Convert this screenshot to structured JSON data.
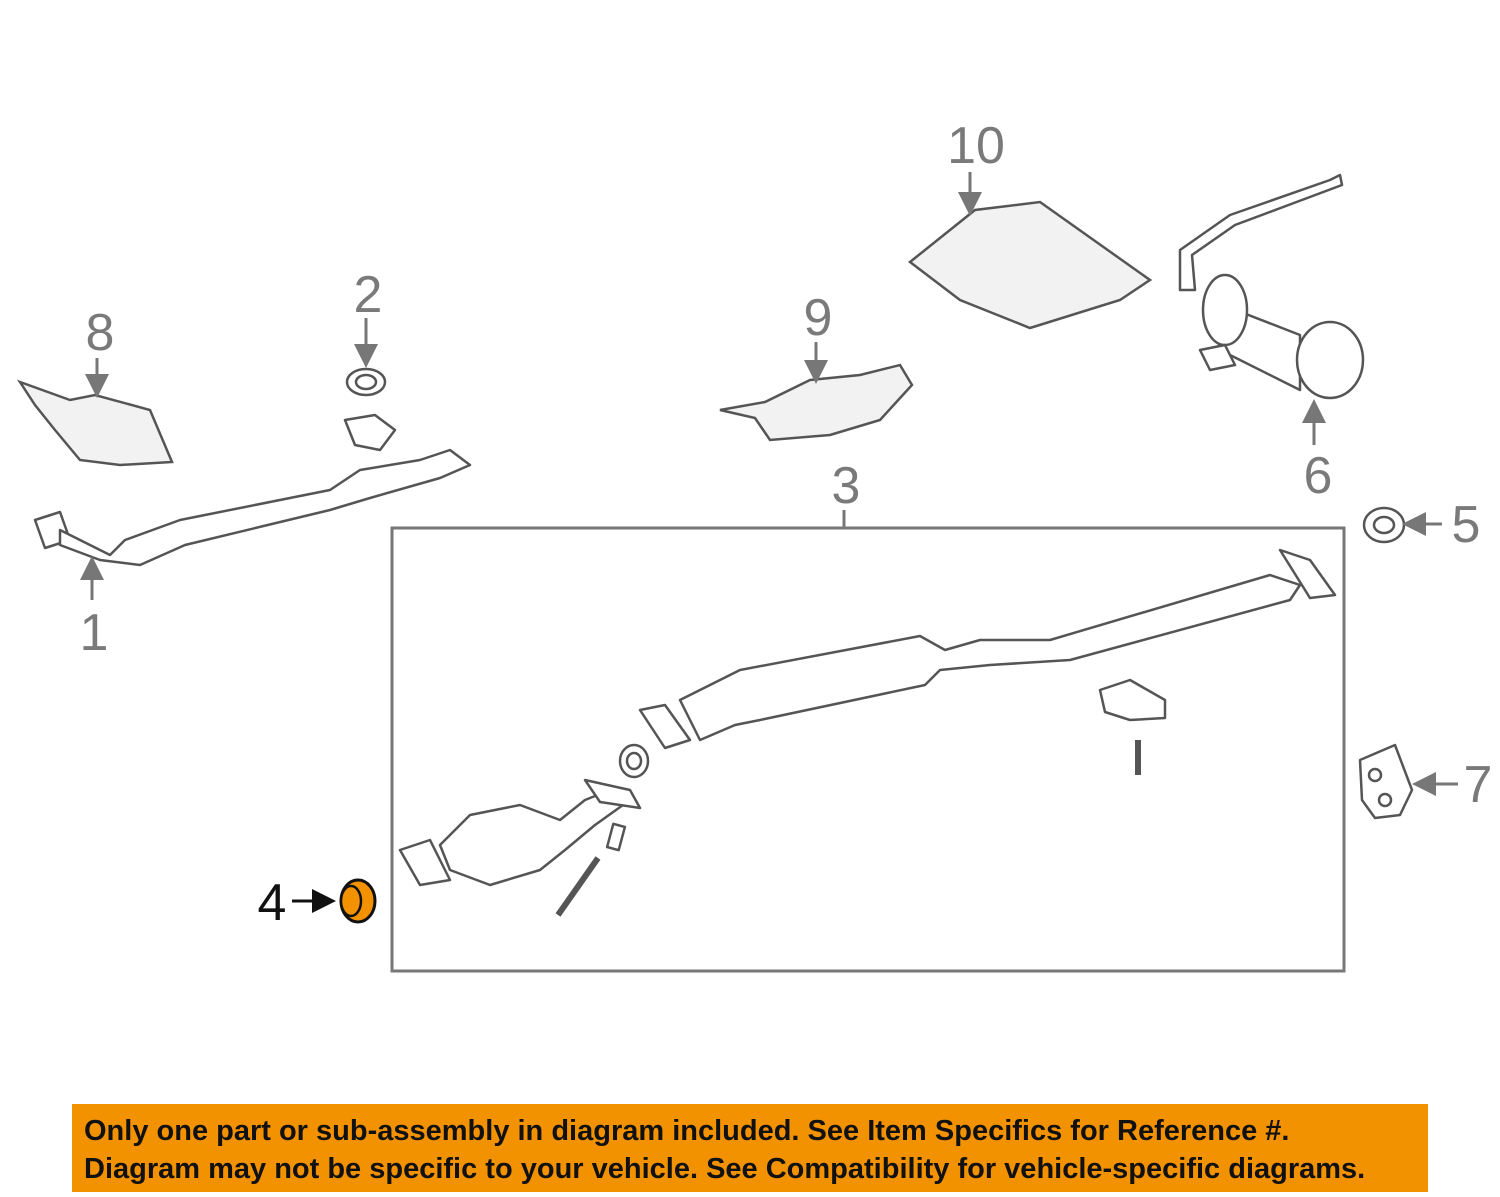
{
  "callouts": {
    "c1": "1",
    "c2": "2",
    "c3": "3",
    "c4": "4",
    "c5": "5",
    "c6": "6",
    "c7": "7",
    "c8": "8",
    "c9": "9",
    "c10": "10"
  },
  "highlight_color": "#f39200",
  "banner": {
    "line1": "Only one part or sub-assembly in diagram included. See Item Specifics for Reference #.",
    "line2": "Diagram may not be specific to your vehicle. See Compatibility for vehicle-specific diagrams."
  }
}
